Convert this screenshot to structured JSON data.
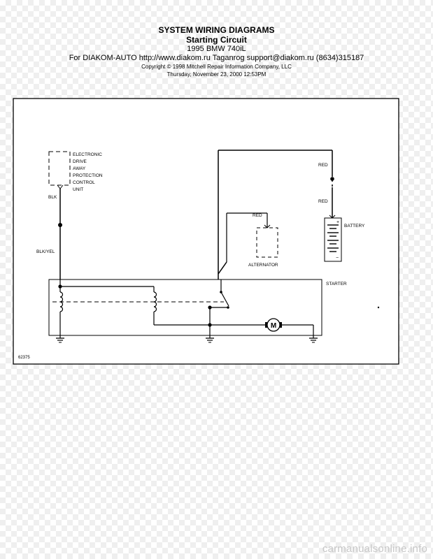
{
  "header": {
    "title": "SYSTEM WIRING DIAGRAMS",
    "subtitle": "Starting Circuit",
    "model": "1995 BMW 740iL",
    "contact": "For DIAKOM-AUTO http://www.diakom.ru Taganrog support@diakom.ru (8634)315187",
    "copyright": "Copyright © 1998 Mitchell Repair Information Company, LLC",
    "timestamp": "Thursday, November 23, 2000  12:53PM"
  },
  "diagram": {
    "ews_label": [
      "ELECTRONIC",
      "DRIVE",
      "AWAY",
      "PROTECTION",
      "CONTROL",
      "UNIT"
    ],
    "wire_blk": "BLK",
    "wire_blk_yel": "BLK/YEL",
    "wire_red_top": "RED",
    "wire_red_battery": "RED",
    "wire_red_alternator": "RED",
    "alternator_label": "ALTERNATOR",
    "battery_label": "BATTERY",
    "starter_label": "STARTER",
    "motor_symbol": "M",
    "battery_plus": "+",
    "battery_minus": "−",
    "diagram_number": "62375"
  },
  "watermark": "carmanualsonline.info"
}
